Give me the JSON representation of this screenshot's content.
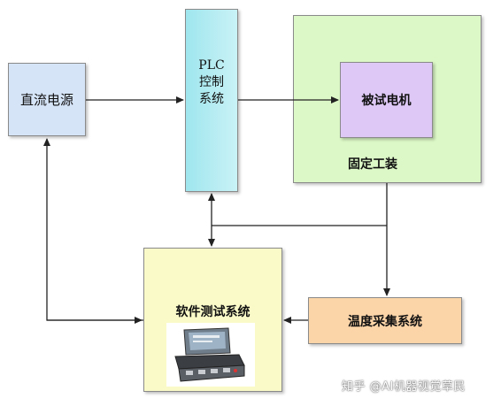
{
  "nodes": {
    "dc_power": "直流电源",
    "plc_lines": [
      "PLC",
      "控制",
      "系统"
    ],
    "motor": "被试电机",
    "fixture": "固定工装",
    "software": "软件测试系统",
    "temperature": "温度采集系统"
  },
  "watermark": "知乎 @AI机器视觉草民"
}
